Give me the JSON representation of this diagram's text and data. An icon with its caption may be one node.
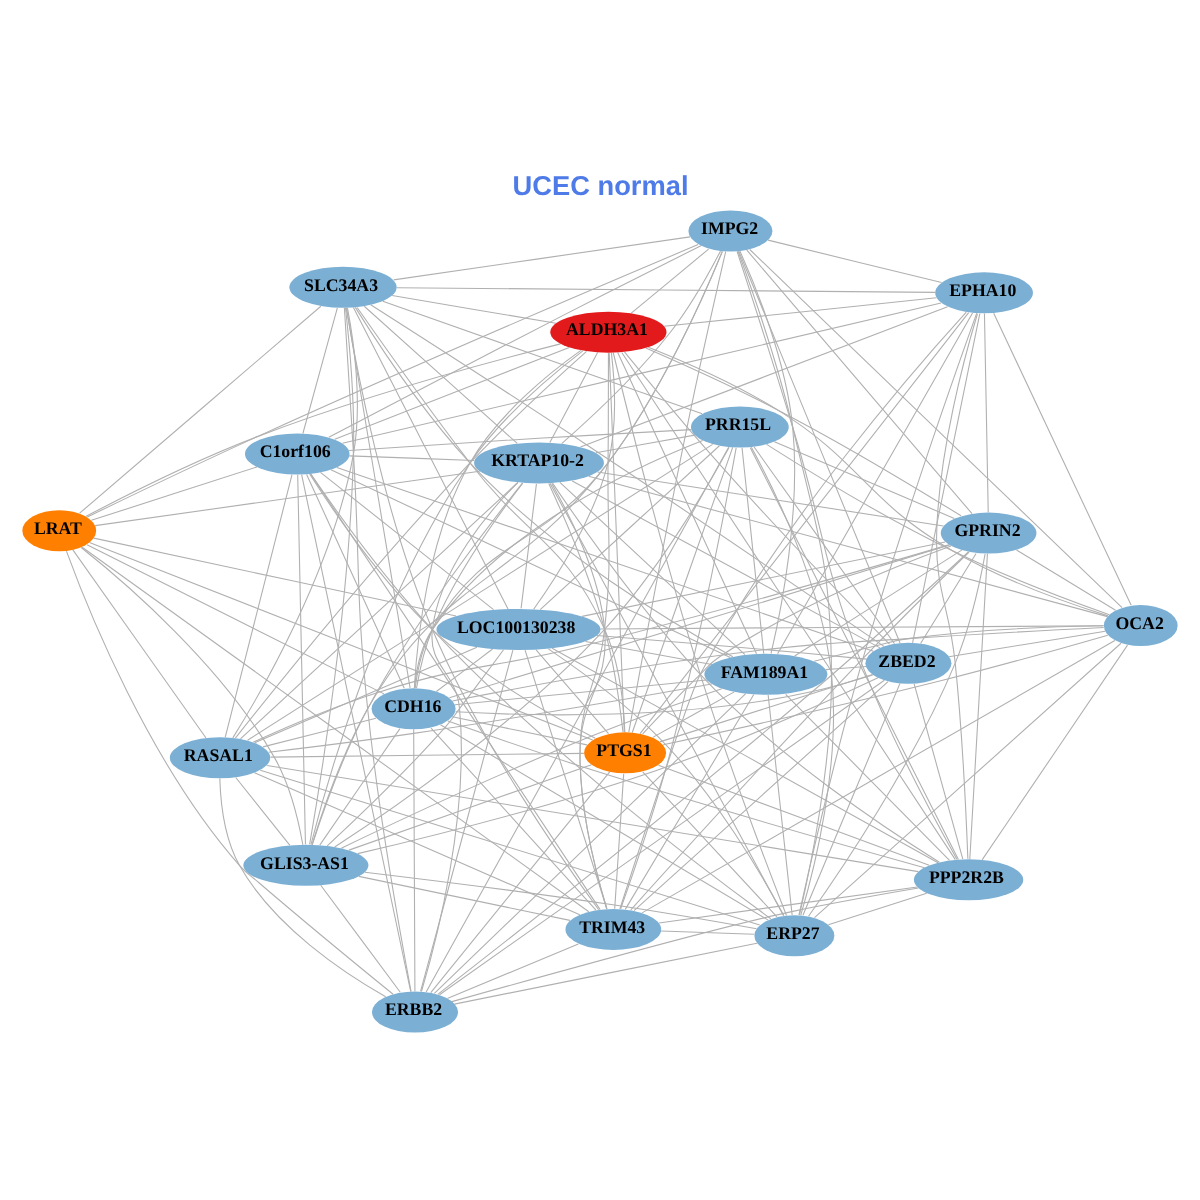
{
  "diagram": {
    "title": "UCEC normal",
    "nodes": [
      {
        "text": [
          "PRR15L"
        ]
      },
      {
        "text": [
          "ERP27"
        ]
      },
      {
        "text": [
          "PPP2R2B"
        ]
      },
      {
        "text": [
          "ERBB2"
        ]
      },
      {
        "text": [
          "GPRIN2"
        ]
      },
      {
        "text": [
          "TRIM43"
        ]
      },
      {
        "text": [
          "LOC100130238"
        ]
      },
      {
        "text": [
          "RASAL1"
        ]
      },
      {
        "text": [
          "FAM189A1"
        ]
      },
      {
        "text": [
          "ZBED2"
        ]
      },
      {
        "text": [
          "OCA2"
        ]
      },
      {
        "text": [
          "CDH16"
        ]
      },
      {
        "text": [
          "GLIS3-AS1"
        ]
      },
      {
        "text": [
          "KRTAP10-2"
        ]
      },
      {
        "text": [
          "PTGS1"
        ]
      },
      {
        "text": [
          "EPHA10"
        ]
      },
      {
        "text": [
          "LRAT"
        ]
      },
      {
        "text": [
          "C1orf106"
        ]
      },
      {
        "text": [
          "IMPG2"
        ]
      },
      {
        "text": [
          "ALDH3A1"
        ]
      },
      {
        "text": [
          "SLC34A3"
        ]
      }
    ],
    "edges": [
      {
        "from": 0,
        "to": 1,
        "arrow": "none"
      },
      {
        "from": 0,
        "to": 2,
        "arrow": "none"
      },
      {
        "from": 0,
        "to": 3,
        "arrow": "none"
      },
      {
        "from": 0,
        "to": 4,
        "arrow": "none"
      },
      {
        "from": 0,
        "to": 5,
        "arrow": "none"
      },
      {
        "from": 0,
        "to": 6,
        "arrow": "none"
      },
      {
        "from": 0,
        "to": 7,
        "arrow": "none"
      },
      {
        "from": 0,
        "to": 8,
        "arrow": "none"
      },
      {
        "from": 0,
        "to": 9,
        "arrow": "none"
      },
      {
        "from": 0,
        "to": 10,
        "arrow": "none"
      },
      {
        "from": 0,
        "to": 11,
        "arrow": "none"
      },
      {
        "from": 0,
        "to": 12,
        "arrow": "none"
      },
      {
        "from": 0,
        "to": 13,
        "arrow": "none"
      },
      {
        "from": 0,
        "to": 14,
        "arrow": "none"
      },
      {
        "from": 0,
        "to": 17,
        "arrow": "none"
      },
      {
        "from": 0,
        "to": 20,
        "arrow": "none"
      },
      {
        "from": 1,
        "to": 2,
        "arrow": "none"
      },
      {
        "from": 1,
        "to": 3,
        "arrow": "none"
      },
      {
        "from": 1,
        "to": 4,
        "arrow": "none"
      },
      {
        "from": 1,
        "to": 5,
        "arrow": "none"
      },
      {
        "from": 1,
        "to": 6,
        "arrow": "none"
      },
      {
        "from": 1,
        "to": 7,
        "arrow": "none"
      },
      {
        "from": 1,
        "to": 8,
        "arrow": "none"
      },
      {
        "from": 1,
        "to": 9,
        "arrow": "none"
      },
      {
        "from": 1,
        "to": 10,
        "arrow": "none"
      },
      {
        "from": 1,
        "to": 11,
        "arrow": "none"
      },
      {
        "from": 1,
        "to": 12,
        "arrow": "none"
      },
      {
        "from": 1,
        "to": 13,
        "arrow": "none"
      },
      {
        "from": 1,
        "to": 14,
        "arrow": "none"
      },
      {
        "from": 1,
        "to": 15,
        "arrow": "none"
      },
      {
        "from": 1,
        "to": 17,
        "arrow": "none"
      },
      {
        "from": 1,
        "to": 18,
        "arrow": "none"
      },
      {
        "from": 1,
        "to": 19,
        "arrow": "none"
      },
      {
        "from": 2,
        "to": 3,
        "arrow": "none"
      },
      {
        "from": 2,
        "to": 4,
        "arrow": "none"
      },
      {
        "from": 2,
        "to": 5,
        "arrow": "none"
      },
      {
        "from": 2,
        "to": 6,
        "arrow": "none"
      },
      {
        "from": 2,
        "to": 7,
        "arrow": "none"
      },
      {
        "from": 2,
        "to": 8,
        "arrow": "none"
      },
      {
        "from": 2,
        "to": 9,
        "arrow": "none"
      },
      {
        "from": 2,
        "to": 10,
        "arrow": "none"
      },
      {
        "from": 2,
        "to": 11,
        "arrow": "none"
      },
      {
        "from": 2,
        "to": 13,
        "arrow": "none"
      },
      {
        "from": 2,
        "to": 14,
        "arrow": "none"
      },
      {
        "from": 2,
        "to": 15,
        "arrow": "none"
      },
      {
        "from": 2,
        "to": 18,
        "arrow": "none"
      },
      {
        "from": 2,
        "to": 19,
        "arrow": "none"
      },
      {
        "from": 3,
        "to": 4,
        "arrow": "none"
      },
      {
        "from": 3,
        "to": 5,
        "arrow": "none"
      },
      {
        "from": 3,
        "to": 6,
        "arrow": "none"
      },
      {
        "from": 3,
        "to": 7,
        "arrow": "none"
      },
      {
        "from": 3,
        "to": 8,
        "arrow": "none"
      },
      {
        "from": 3,
        "to": 9,
        "arrow": "none"
      },
      {
        "from": 3,
        "to": 11,
        "arrow": "none"
      },
      {
        "from": 3,
        "to": 12,
        "arrow": "none"
      },
      {
        "from": 3,
        "to": 13,
        "arrow": "none"
      },
      {
        "from": 3,
        "to": 14,
        "arrow": "none"
      },
      {
        "from": 3,
        "to": 16,
        "arrow": "none"
      },
      {
        "from": 3,
        "to": 17,
        "arrow": "none"
      },
      {
        "from": 3,
        "to": 20,
        "arrow": "none"
      },
      {
        "from": 4,
        "to": 5,
        "arrow": "none"
      },
      {
        "from": 4,
        "to": 6,
        "arrow": "none"
      },
      {
        "from": 4,
        "to": 7,
        "arrow": "none"
      },
      {
        "from": 4,
        "to": 8,
        "arrow": "none"
      },
      {
        "from": 4,
        "to": 9,
        "arrow": "none"
      },
      {
        "from": 4,
        "to": 10,
        "arrow": "none"
      },
      {
        "from": 4,
        "to": 11,
        "arrow": "none"
      },
      {
        "from": 4,
        "to": 13,
        "arrow": "none"
      },
      {
        "from": 4,
        "to": 14,
        "arrow": "none"
      },
      {
        "from": 4,
        "to": 15,
        "arrow": "none"
      },
      {
        "from": 4,
        "to": 18,
        "arrow": "none"
      },
      {
        "from": 4,
        "to": 19,
        "arrow": "none"
      },
      {
        "from": 5,
        "to": 6,
        "arrow": "none"
      },
      {
        "from": 5,
        "to": 7,
        "arrow": "none"
      },
      {
        "from": 5,
        "to": 8,
        "arrow": "none"
      },
      {
        "from": 5,
        "to": 9,
        "arrow": "none"
      },
      {
        "from": 5,
        "to": 10,
        "arrow": "none"
      },
      {
        "from": 5,
        "to": 11,
        "arrow": "none"
      },
      {
        "from": 5,
        "to": 12,
        "arrow": "none"
      },
      {
        "from": 5,
        "to": 13,
        "arrow": "none"
      },
      {
        "from": 5,
        "to": 14,
        "arrow": "none"
      },
      {
        "from": 5,
        "to": 15,
        "arrow": "none"
      },
      {
        "from": 5,
        "to": 16,
        "arrow": "none"
      },
      {
        "from": 5,
        "to": 17,
        "arrow": "none"
      },
      {
        "from": 5,
        "to": 19,
        "arrow": "none"
      },
      {
        "from": 5,
        "to": 20,
        "arrow": "none"
      },
      {
        "from": 6,
        "to": 7,
        "arrow": "none"
      },
      {
        "from": 6,
        "to": 8,
        "arrow": "none"
      },
      {
        "from": 6,
        "to": 9,
        "arrow": "none"
      },
      {
        "from": 6,
        "to": 10,
        "arrow": "none"
      },
      {
        "from": 6,
        "to": 11,
        "arrow": "none"
      },
      {
        "from": 6,
        "to": 12,
        "arrow": "none"
      },
      {
        "from": 6,
        "to": 13,
        "arrow": "none"
      },
      {
        "from": 6,
        "to": 14,
        "arrow": "none"
      },
      {
        "from": 6,
        "to": 16,
        "arrow": "none"
      },
      {
        "from": 6,
        "to": 17,
        "arrow": "none"
      },
      {
        "from": 6,
        "to": 19,
        "arrow": "none"
      },
      {
        "from": 6,
        "to": 20,
        "arrow": "none"
      },
      {
        "from": 7,
        "to": 8,
        "arrow": "none"
      },
      {
        "from": 7,
        "to": 11,
        "arrow": "none"
      },
      {
        "from": 7,
        "to": 12,
        "arrow": "none"
      },
      {
        "from": 7,
        "to": 13,
        "arrow": "none"
      },
      {
        "from": 7,
        "to": 14,
        "arrow": "none"
      },
      {
        "from": 7,
        "to": 16,
        "arrow": "none"
      },
      {
        "from": 7,
        "to": 17,
        "arrow": "none"
      },
      {
        "from": 7,
        "to": 19,
        "arrow": "none"
      },
      {
        "from": 7,
        "to": 20,
        "arrow": "none"
      },
      {
        "from": 8,
        "to": 9,
        "arrow": "none"
      },
      {
        "from": 8,
        "to": 10,
        "arrow": "none"
      },
      {
        "from": 8,
        "to": 11,
        "arrow": "none"
      },
      {
        "from": 8,
        "to": 12,
        "arrow": "none"
      },
      {
        "from": 8,
        "to": 13,
        "arrow": "none"
      },
      {
        "from": 8,
        "to": 14,
        "arrow": "none"
      },
      {
        "from": 8,
        "to": 15,
        "arrow": "none"
      },
      {
        "from": 8,
        "to": 17,
        "arrow": "none"
      },
      {
        "from": 8,
        "to": 18,
        "arrow": "none"
      },
      {
        "from": 8,
        "to": 19,
        "arrow": "none"
      },
      {
        "from": 8,
        "to": 20,
        "arrow": "none"
      },
      {
        "from": 9,
        "to": 10,
        "arrow": "none"
      },
      {
        "from": 9,
        "to": 11,
        "arrow": "none"
      },
      {
        "from": 9,
        "to": 12,
        "arrow": "none"
      },
      {
        "from": 9,
        "to": 13,
        "arrow": "none"
      },
      {
        "from": 9,
        "to": 14,
        "arrow": "none"
      },
      {
        "from": 9,
        "to": 15,
        "arrow": "none"
      },
      {
        "from": 9,
        "to": 17,
        "arrow": "none"
      },
      {
        "from": 9,
        "to": 18,
        "arrow": "none"
      },
      {
        "from": 9,
        "to": 19,
        "arrow": "none"
      },
      {
        "from": 9,
        "to": 20,
        "arrow": "none"
      },
      {
        "from": 10,
        "to": 11,
        "arrow": "none"
      },
      {
        "from": 10,
        "to": 13,
        "arrow": "none"
      },
      {
        "from": 10,
        "to": 14,
        "arrow": "none"
      },
      {
        "from": 10,
        "to": 15,
        "arrow": "none"
      },
      {
        "from": 10,
        "to": 18,
        "arrow": "none"
      },
      {
        "from": 10,
        "to": 19,
        "arrow": "none"
      },
      {
        "from": 11,
        "to": 12,
        "arrow": "none"
      },
      {
        "from": 11,
        "to": 13,
        "arrow": "none"
      },
      {
        "from": 11,
        "to": 14,
        "arrow": "none"
      },
      {
        "from": 11,
        "to": 16,
        "arrow": "none"
      },
      {
        "from": 11,
        "to": 17,
        "arrow": "none"
      },
      {
        "from": 11,
        "to": 18,
        "arrow": "none"
      },
      {
        "from": 11,
        "to": 19,
        "arrow": "none"
      },
      {
        "from": 11,
        "to": 20,
        "arrow": "none"
      },
      {
        "from": 12,
        "to": 13,
        "arrow": "none"
      },
      {
        "from": 12,
        "to": 14,
        "arrow": "none"
      },
      {
        "from": 12,
        "to": 16,
        "arrow": "none"
      },
      {
        "from": 12,
        "to": 17,
        "arrow": "none"
      },
      {
        "from": 12,
        "to": 18,
        "arrow": "none"
      },
      {
        "from": 12,
        "to": 19,
        "arrow": "none"
      },
      {
        "from": 12,
        "to": 20,
        "arrow": "none"
      },
      {
        "from": 13,
        "to": 14,
        "arrow": "none"
      },
      {
        "from": 13,
        "to": 15,
        "arrow": "none"
      },
      {
        "from": 13,
        "to": 16,
        "arrow": "none"
      },
      {
        "from": 13,
        "to": 17,
        "arrow": "none"
      },
      {
        "from": 13,
        "to": 18,
        "arrow": "none"
      },
      {
        "from": 13,
        "to": 19,
        "arrow": "none"
      },
      {
        "from": 13,
        "to": 20,
        "arrow": "none"
      },
      {
        "from": 14,
        "to": 15,
        "arrow": "none"
      },
      {
        "from": 14,
        "to": 16,
        "arrow": "none"
      },
      {
        "from": 14,
        "to": 17,
        "arrow": "none"
      },
      {
        "from": 14,
        "to": 18,
        "arrow": "none"
      },
      {
        "from": 14,
        "to": 19,
        "arrow": "none"
      },
      {
        "from": 14,
        "to": 20,
        "arrow": "none"
      },
      {
        "from": 15,
        "to": 17,
        "arrow": "none"
      },
      {
        "from": 15,
        "to": 18,
        "arrow": "none"
      },
      {
        "from": 15,
        "to": 19,
        "arrow": "none"
      },
      {
        "from": 15,
        "to": 20,
        "arrow": "none"
      },
      {
        "from": 16,
        "to": 17,
        "arrow": "none"
      },
      {
        "from": 16,
        "to": 18,
        "arrow": "none"
      },
      {
        "from": 16,
        "to": 19,
        "arrow": "none"
      },
      {
        "from": 16,
        "to": 20,
        "arrow": "none"
      },
      {
        "from": 17,
        "to": 18,
        "arrow": "none"
      },
      {
        "from": 17,
        "to": 19,
        "arrow": "none"
      },
      {
        "from": 17,
        "to": 20,
        "arrow": "none"
      },
      {
        "from": 18,
        "to": 19,
        "arrow": "none"
      },
      {
        "from": 18,
        "to": 20,
        "arrow": "none"
      },
      {
        "from": 19,
        "to": 20,
        "arrow": "none"
      }
    ]
  }
}
